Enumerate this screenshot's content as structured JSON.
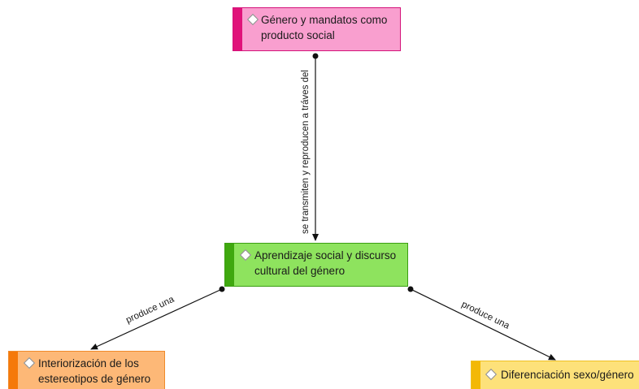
{
  "nodes": {
    "genero": {
      "label": "Género y mandatos como\nproducto social",
      "fill": "#f99fcf",
      "stripe": "#e0137a",
      "border": "#d4127a"
    },
    "aprendizaje": {
      "label": "Aprendizaje social y discurso\ncultural del género",
      "fill": "#8ee35e",
      "stripe": "#3fa80f",
      "border": "#3b9e12"
    },
    "interiorizacion": {
      "label": "Interiorización de los\nestereotipos de género",
      "fill": "#fdb877",
      "stripe": "#f5790a",
      "border": "#f08a2a"
    },
    "diferenciacion": {
      "label": "Diferenciación sexo/género",
      "fill": "#fde17a",
      "stripe": "#f3b806",
      "border": "#f0c020"
    }
  },
  "edges": {
    "transmiten": {
      "label": "se transmiten y reproducen a tráves del"
    },
    "produce_left": {
      "label": "produce una"
    },
    "produce_right": {
      "label": "produce una"
    }
  }
}
